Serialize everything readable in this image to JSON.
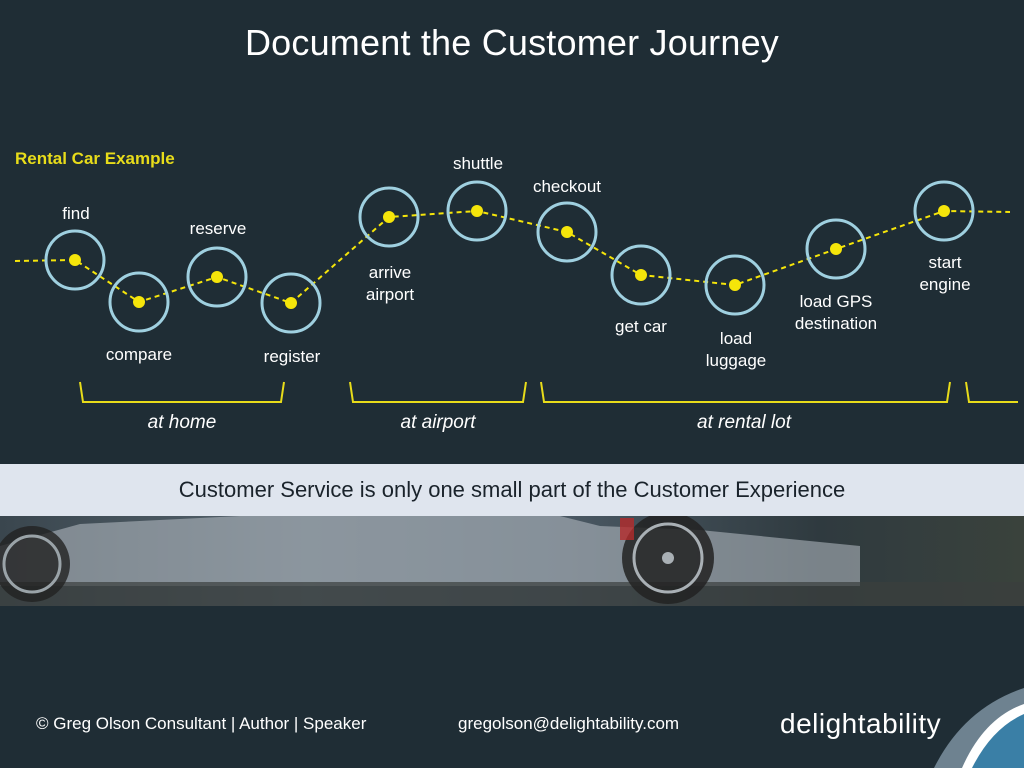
{
  "title": "Document the Customer Journey",
  "subtitle": "Rental Car Example",
  "steps": [
    {
      "label": "find"
    },
    {
      "label": "compare"
    },
    {
      "label": "reserve"
    },
    {
      "label": "register"
    },
    {
      "label": "arrive\nairport"
    },
    {
      "label": "shuttle"
    },
    {
      "label": "checkout"
    },
    {
      "label": "get car"
    },
    {
      "label": "load\nluggage"
    },
    {
      "label": "load GPS\ndestination"
    },
    {
      "label": "start\nengine"
    }
  ],
  "stages": [
    {
      "label": "at home"
    },
    {
      "label": "at airport"
    },
    {
      "label": "at rental lot"
    }
  ],
  "banner": "Customer Service is only one small part of the Customer Experience",
  "footer": {
    "credit": "©  Greg Olson  Consultant | Author | Speaker",
    "email": "gregolson@delightability.com",
    "brand": "delightability"
  },
  "colors": {
    "background": "#1f2d35",
    "accent_yellow": "#f5e50a",
    "ring": "#9fd0e0",
    "banner": "#dfe5ee"
  }
}
